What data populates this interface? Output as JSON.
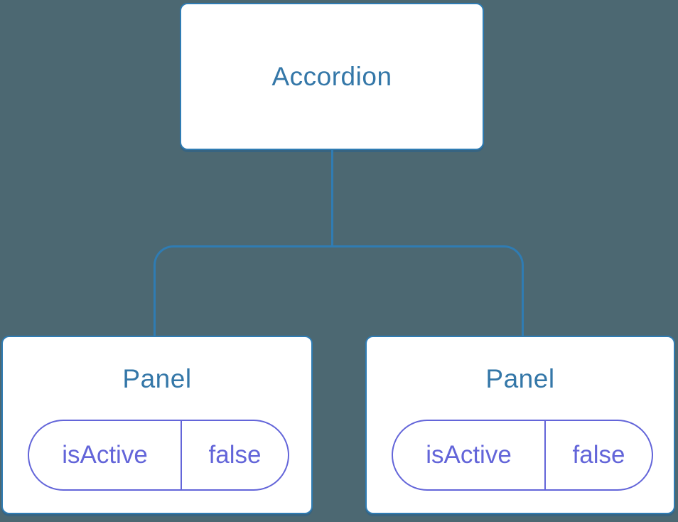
{
  "colors": {
    "background": "#4C6872",
    "line_blue": "#2F7CB3",
    "label_blue": "#3477A8",
    "state_purple": "#6365D9",
    "node_fill": "#FFFFFF"
  },
  "tree": {
    "root": {
      "label": "Accordion"
    },
    "children": [
      {
        "label": "Panel",
        "state": {
          "key": "isActive",
          "value": "false"
        }
      },
      {
        "label": "Panel",
        "state": {
          "key": "isActive",
          "value": "false"
        }
      }
    ]
  }
}
